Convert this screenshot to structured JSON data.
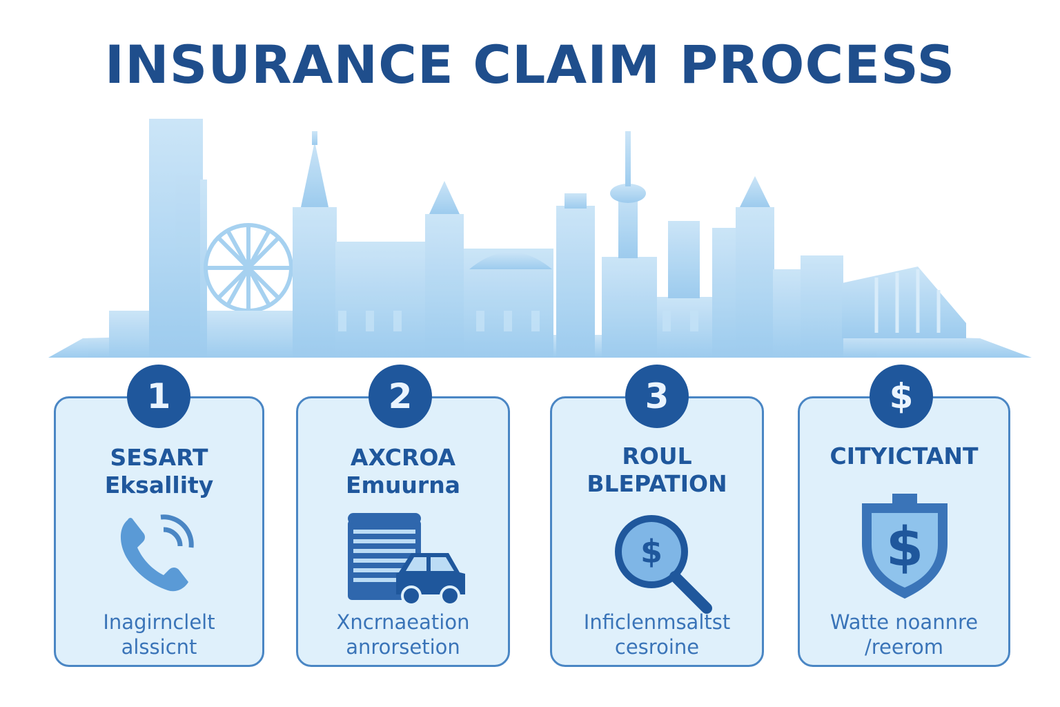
{
  "title": "INSURANCE CLAIM PROCESS",
  "steps": [
    {
      "badge": "1",
      "title_line1": "SESART",
      "title_line2": "Eksallity",
      "icon": "phone-icon",
      "caption_line1": "Inagirnclelt",
      "caption_line2": "alssicnt"
    },
    {
      "badge": "2",
      "title_line1": "AXCROA",
      "title_line2": "Emuurna",
      "icon": "building-car-icon",
      "caption_line1": "Xncrnaeation",
      "caption_line2": "anrorsetion"
    },
    {
      "badge": "3",
      "title_line1": "ROUL",
      "title_line2": "BLEPATION",
      "icon": "magnifier-dollar-icon",
      "caption_line1": "Inficlenmsaltst",
      "caption_line2": "cesroine"
    },
    {
      "badge": "$",
      "title_line1": "CITYICTANT",
      "title_line2": "",
      "icon": "shield-dollar-icon",
      "caption_line1": "Watte noannre",
      "caption_line2": "/reerom"
    }
  ],
  "colors": {
    "primary": "#1f579c",
    "card_bg": "#dff0fb",
    "card_border": "#4a86c4",
    "skyline": "#a9d4f2"
  }
}
